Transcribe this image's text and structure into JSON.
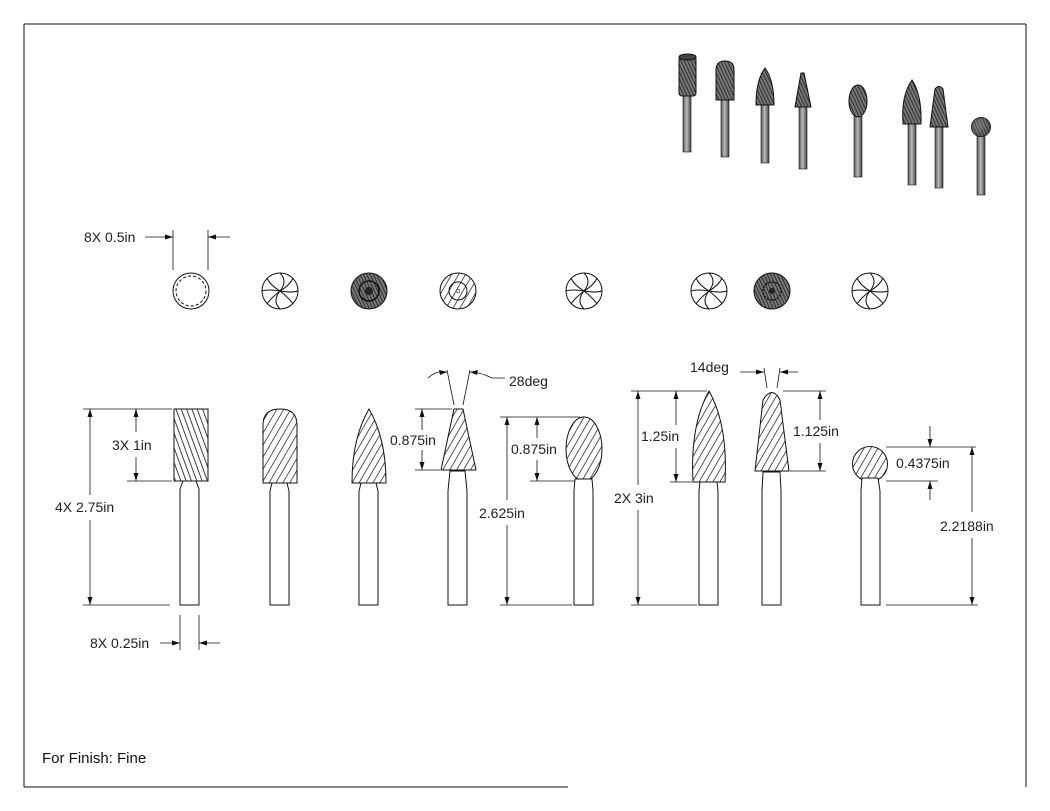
{
  "dimensions": {
    "flute_diameter": "8X 0.5in",
    "flute_length_cyl": "3X 1in",
    "overall_length": "4X 2.75in",
    "shank_diameter": "8X 0.25in",
    "cone_angle": "28deg",
    "cone_head_length": "0.875in",
    "oval_head_length": "0.875in",
    "oval_overall": "2.625in",
    "flame_head_length": "1.25in",
    "flame_overall": "2X 3in",
    "taper_angle": "14deg",
    "taper_head_length": "1.125in",
    "ball_diameter": "0.4375in",
    "ball_overall": "2.2188in"
  },
  "footer": {
    "finish_note": "For Finish: Fine"
  }
}
